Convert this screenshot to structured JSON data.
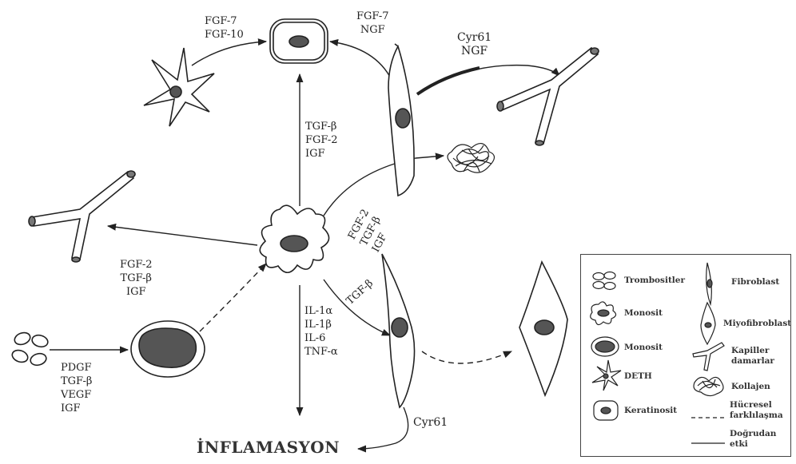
{
  "diagram": {
    "title": "İNFLAMASYON",
    "labels": {
      "keratinocyte_from_deth": [
        "FGF-7",
        "FGF-10"
      ],
      "keratinocyte_from_fibroblast": [
        "FGF-7",
        "NGF"
      ],
      "capillary_top": [
        "Cyr61",
        "NGF"
      ],
      "monocyte_up": [
        "TGF-β",
        "FGF-2",
        "IGF"
      ],
      "monocyte_left": [
        "FGF-2",
        "TGF-β",
        "IGF"
      ],
      "monocyte_collagen": [
        "FGF-2",
        "TGF-β",
        "IGF"
      ],
      "platelets": [
        "PDGF",
        "TGF-β",
        "VEGF",
        "IGF"
      ],
      "inflammation_cytokines": [
        "IL-1α",
        "IL-1β",
        "IL-6",
        "TNF-α"
      ],
      "monocyte_fibroblast": "TGF-β",
      "fibroblast_inflammation": "Cyr61"
    }
  },
  "legend": {
    "items": [
      {
        "label": "Trombositler",
        "icon": "platelets-icon"
      },
      {
        "label": "Monosit",
        "icon": "macrophage-icon"
      },
      {
        "label": "Monosit",
        "icon": "monocyte-icon"
      },
      {
        "label": "DETH",
        "icon": "deth-icon"
      },
      {
        "label": "Keratinosit",
        "icon": "keratinocyte-icon"
      },
      {
        "label": "Fibroblast",
        "icon": "fibroblast-icon"
      },
      {
        "label": "Miyofibroblast",
        "icon": "myofibroblast-icon"
      },
      {
        "label": "Kapiller damarlar",
        "icon": "capillary-icon"
      },
      {
        "label": "Kollajen",
        "icon": "collagen-icon"
      },
      {
        "label": "Hücresel farklılaşma",
        "icon": "dashed-line-icon"
      },
      {
        "label": "Doğrudan etki",
        "icon": "solid-line-icon"
      }
    ]
  },
  "colors": {
    "line": "#222222",
    "nucleus": "#555555",
    "cell_fill": "#ffffff"
  }
}
